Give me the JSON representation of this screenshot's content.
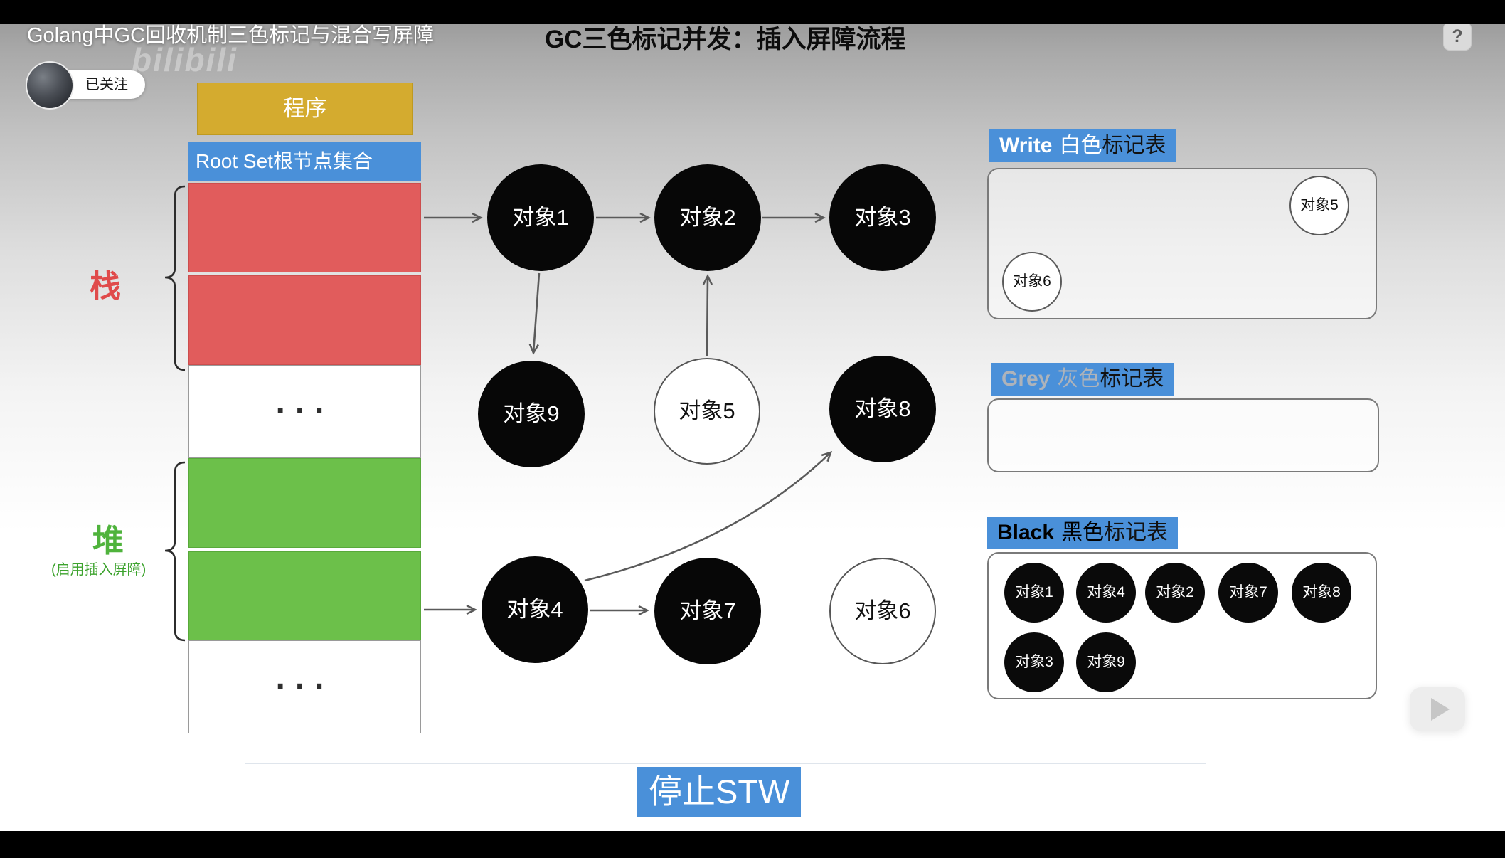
{
  "player": {
    "title": "Golang中GC回收机制三色标记与混合写屏障",
    "follow_label": "已关注",
    "watermark": "bilibili",
    "help_label": "?"
  },
  "slide": {
    "heading": "GC三色标记并发：插入屏障流程",
    "stw_label": "停止STW",
    "program_label": "程序",
    "root_set_label": "Root Set根节点集合",
    "ellipsis": "...",
    "stack_brace_label": "栈",
    "heap_brace_label": "堆",
    "heap_brace_sublabel": "(启用插入屏障)"
  },
  "graph": {
    "nodes": [
      {
        "label": "对象1",
        "fill": "black"
      },
      {
        "label": "对象2",
        "fill": "black"
      },
      {
        "label": "对象3",
        "fill": "black"
      },
      {
        "label": "对象9",
        "fill": "black"
      },
      {
        "label": "对象5",
        "fill": "white"
      },
      {
        "label": "对象8",
        "fill": "black"
      },
      {
        "label": "对象4",
        "fill": "black"
      },
      {
        "label": "对象7",
        "fill": "black"
      },
      {
        "label": "对象6",
        "fill": "white"
      }
    ]
  },
  "tables": {
    "white": {
      "word": "Write",
      "cn": "白色",
      "suffix": "标记表",
      "items": [
        "对象5",
        "对象6"
      ]
    },
    "grey": {
      "word": "Grey",
      "cn": "灰色",
      "suffix": "标记表",
      "items": []
    },
    "black": {
      "word": "Black",
      "cn": "黑色",
      "suffix": "标记表",
      "items": [
        "对象1",
        "对象4",
        "对象2",
        "对象7",
        "对象8",
        "对象3",
        "对象9"
      ]
    }
  },
  "colors": {
    "accent_blue": "#4a90d9",
    "stack_red": "#e15c5c",
    "heap_green": "#6cc04a",
    "program_yellow": "#d4ab2f",
    "node_black": "#070707",
    "label_grey_text": "#aeb3ba"
  }
}
